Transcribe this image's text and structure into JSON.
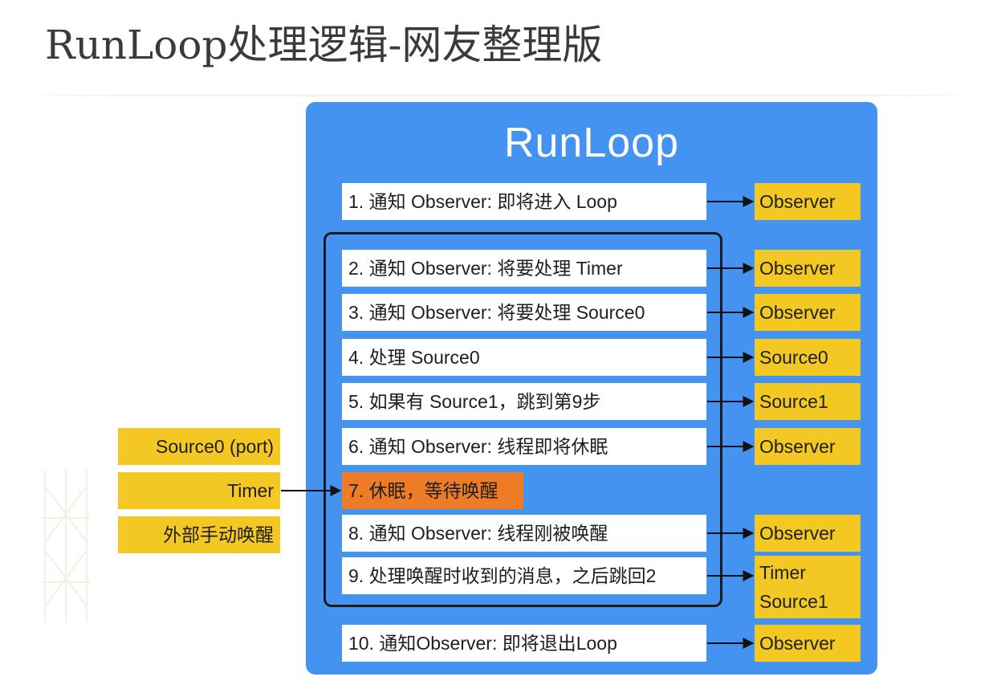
{
  "page": {
    "title": "RunLoop处理逻辑-网友整理版"
  },
  "runloop": {
    "title": "RunLoop",
    "steps": [
      {
        "label": "1. 通知 Observer: 即将进入 Loop",
        "target": [
          "Observer"
        ]
      },
      {
        "label": "2. 通知 Observer: 将要处理 Timer",
        "target": [
          "Observer"
        ]
      },
      {
        "label": "3. 通知 Observer: 将要处理 Source0",
        "target": [
          "Observer"
        ]
      },
      {
        "label": "4. 处理 Source0",
        "target": [
          "Source0"
        ]
      },
      {
        "label": "5. 如果有 Source1，跳到第9步",
        "target": [
          "Source1"
        ]
      },
      {
        "label": "6. 通知 Observer: 线程即将休眠",
        "target": [
          "Observer"
        ]
      },
      {
        "label": "7. 休眠，等待唤醒",
        "target": []
      },
      {
        "label": "8. 通知 Observer: 线程刚被唤醒",
        "target": [
          "Observer"
        ]
      },
      {
        "label": "9. 处理唤醒时收到的消息，之后跳回2",
        "target": [
          "Timer",
          "Source1"
        ]
      },
      {
        "label": "10. 通知Observer: 即将退出Loop",
        "target": [
          "Observer"
        ]
      }
    ]
  },
  "wake_sources": [
    "Source0 (port)",
    "Timer",
    "外部手动唤醒"
  ],
  "colors": {
    "panel": "#4593f0",
    "step_box": "#ffffff",
    "sleep_step": "#ee7b25",
    "target_box": "#f4c823",
    "source_box": "#f4c823",
    "loop_frame": "#1b1b1b"
  }
}
